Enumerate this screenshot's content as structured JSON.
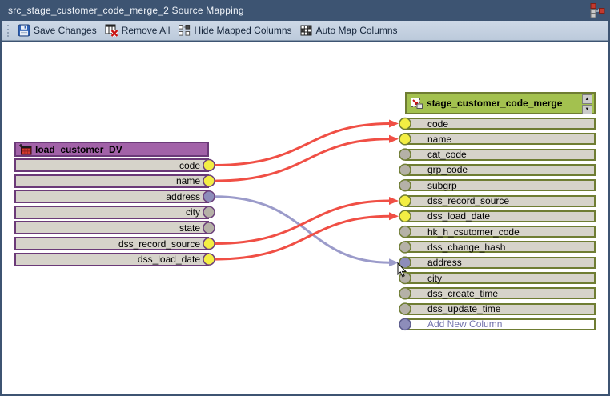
{
  "window": {
    "title": "src_stage_customer_code_merge_2 Source Mapping",
    "titlebar_icon": "hierarchy-icon"
  },
  "toolbar": {
    "items": [
      {
        "id": "save_changes",
        "label": "Save Changes",
        "icon": "save-icon"
      },
      {
        "id": "remove_all",
        "label": "Remove All",
        "icon": "remove-all-icon"
      },
      {
        "id": "hide_mapped_columns",
        "label": "Hide Mapped Columns",
        "icon": "hide-mapped-icon"
      },
      {
        "id": "auto_map_columns",
        "label": "Auto Map Columns",
        "icon": "auto-map-icon"
      }
    ]
  },
  "source_table": {
    "title": "load_customer_DV",
    "header_icon": "table-icon",
    "columns": [
      {
        "name": "code",
        "dot": "yellow"
      },
      {
        "name": "name",
        "dot": "yellow"
      },
      {
        "name": "address",
        "dot": "slate"
      },
      {
        "name": "city",
        "dot": "gray"
      },
      {
        "name": "state",
        "dot": "gray"
      },
      {
        "name": "dss_record_source",
        "dot": "yellow"
      },
      {
        "name": "dss_load_date",
        "dot": "yellow"
      }
    ]
  },
  "target_table": {
    "title": "stage_customer_code_merge",
    "header_icon": "load-table-icon",
    "scroll_up_icon": "chevron-up-icon",
    "scroll_down_icon": "chevron-down-icon",
    "columns": [
      {
        "name": "code",
        "dot": "yellow"
      },
      {
        "name": "name",
        "dot": "yellow"
      },
      {
        "name": "cat_code",
        "dot": "gray"
      },
      {
        "name": "grp_code",
        "dot": "gray"
      },
      {
        "name": "subgrp",
        "dot": "gray"
      },
      {
        "name": "dss_record_source",
        "dot": "yellow"
      },
      {
        "name": "dss_load_date",
        "dot": "yellow"
      },
      {
        "name": "hk_h_csutomer_code",
        "dot": "gray"
      },
      {
        "name": "dss_change_hash",
        "dot": "gray"
      },
      {
        "name": "address",
        "dot": "slate"
      },
      {
        "name": "city",
        "dot": "gray"
      },
      {
        "name": "dss_create_time",
        "dot": "gray"
      },
      {
        "name": "dss_update_time",
        "dot": "gray"
      }
    ],
    "add_row_label": "Add New Column"
  },
  "connections": [
    {
      "from": "code",
      "to": "code",
      "color": "red"
    },
    {
      "from": "name",
      "to": "name",
      "color": "red"
    },
    {
      "from": "address",
      "to": "address",
      "color": "slate"
    },
    {
      "from": "dss_record_source",
      "to": "dss_record_source",
      "color": "red"
    },
    {
      "from": "dss_load_date",
      "to": "dss_load_date",
      "color": "red"
    }
  ],
  "colors": {
    "titlebar": "#3d5472",
    "toolbar_bg": "#c5d1e0",
    "source_header": "#a262a8",
    "source_border": "#6b3a78",
    "target_header": "#a3c14f",
    "target_border": "#6f7d33",
    "row_bg": "#d6d3ca",
    "add_row_bg": "#ffffff",
    "add_row_text": "#7373ad",
    "dot_yellow": "#f3ee43",
    "dot_gray": "#b5b1a7",
    "dot_slate": "#8d8dba",
    "link_red": "#f04f45",
    "link_slate": "#9b9bca"
  }
}
